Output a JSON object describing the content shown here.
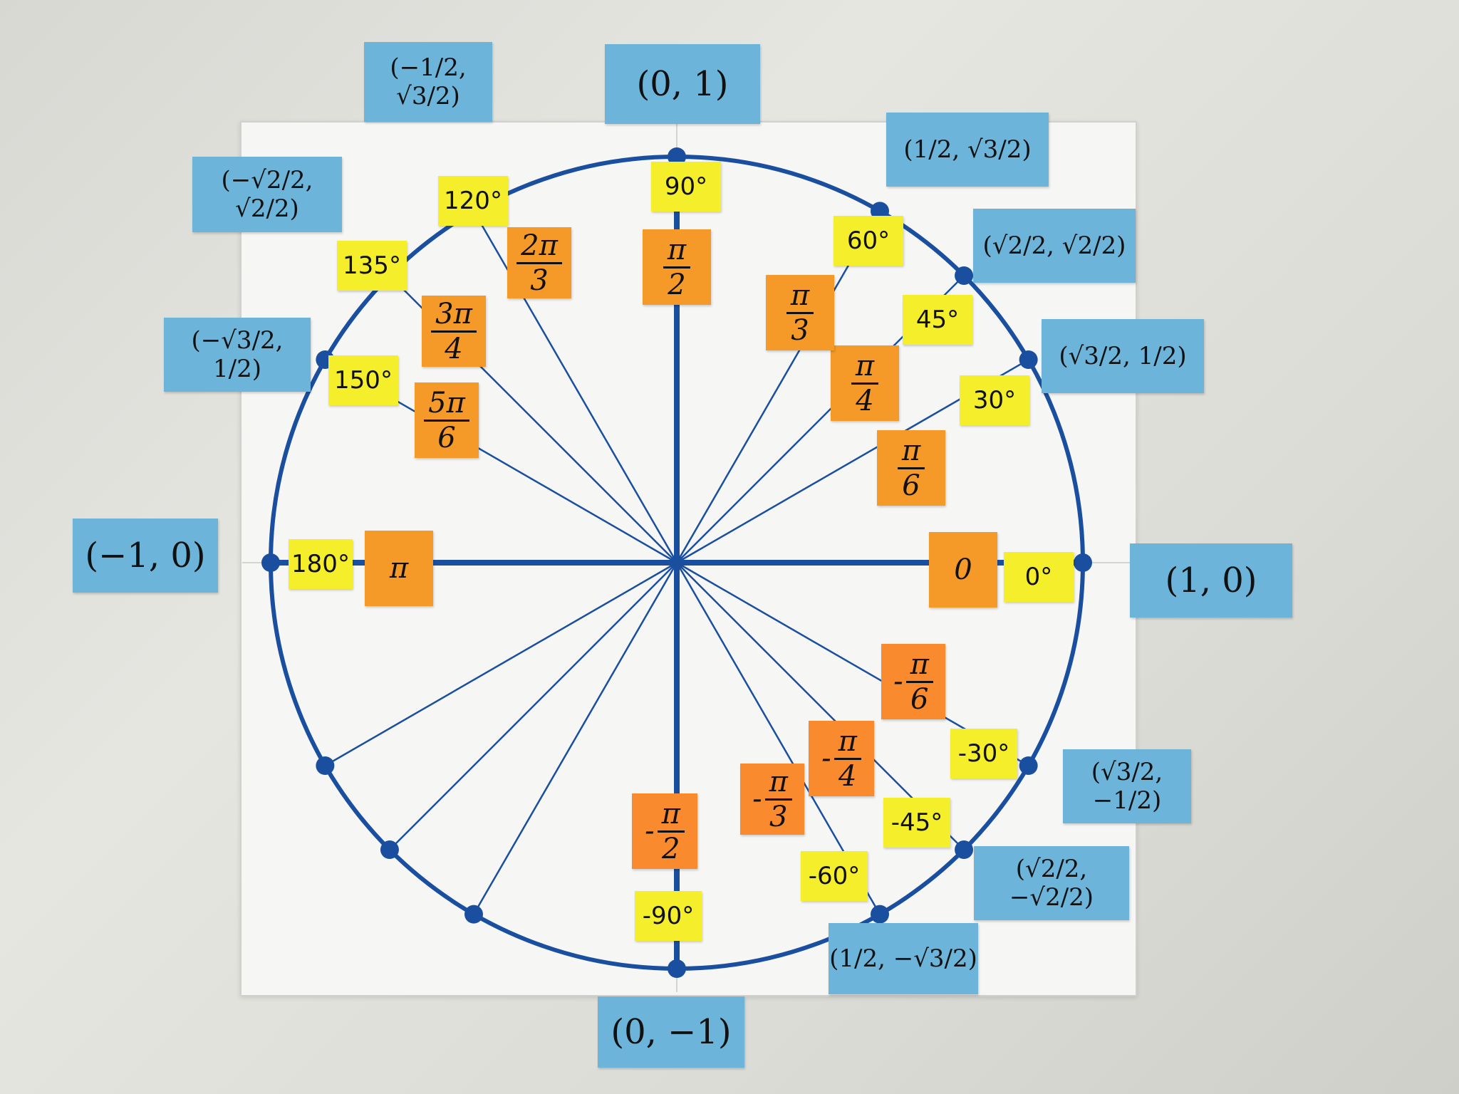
{
  "colors": {
    "circle": "#1a4fa0",
    "coord_card": "#6cb4d9",
    "degree_card": "#f4ef2a",
    "radian_card": "#f59a28"
  },
  "points": [
    {
      "deg": 0,
      "degree_label": "0°",
      "radian": {
        "sign": "",
        "num": "0",
        "den": ""
      },
      "coord": "(1, 0)"
    },
    {
      "deg": 30,
      "degree_label": "30°",
      "radian": {
        "sign": "",
        "num": "π",
        "den": "6"
      },
      "coord": "(√3/2, 1/2)"
    },
    {
      "deg": 45,
      "degree_label": "45°",
      "radian": {
        "sign": "",
        "num": "π",
        "den": "4"
      },
      "coord": "(√2/2, √2/2)"
    },
    {
      "deg": 60,
      "degree_label": "60°",
      "radian": {
        "sign": "",
        "num": "π",
        "den": "3"
      },
      "coord": "(1/2, √3/2)"
    },
    {
      "deg": 90,
      "degree_label": "90°",
      "radian": {
        "sign": "",
        "num": "π",
        "den": "2"
      },
      "coord": "(0, 1)"
    },
    {
      "deg": 120,
      "degree_label": "120°",
      "radian": {
        "sign": "",
        "num": "2π",
        "den": "3"
      },
      "coord": "(−1/2, √3/2)"
    },
    {
      "deg": 135,
      "degree_label": "135°",
      "radian": {
        "sign": "",
        "num": "3π",
        "den": "4"
      },
      "coord": "(−√2/2, √2/2)"
    },
    {
      "deg": 150,
      "degree_label": "150°",
      "radian": {
        "sign": "",
        "num": "5π",
        "den": "6"
      },
      "coord": "(−√3/2, 1/2)"
    },
    {
      "deg": 180,
      "degree_label": "180°",
      "radian": {
        "sign": "",
        "num": "π",
        "den": ""
      },
      "coord": "(−1, 0)"
    },
    {
      "deg": -30,
      "degree_label": "-30°",
      "radian": {
        "sign": "-",
        "num": "π",
        "den": "6"
      },
      "coord": "(√3/2, −1/2)"
    },
    {
      "deg": -45,
      "degree_label": "-45°",
      "radian": {
        "sign": "-",
        "num": "π",
        "den": "4"
      },
      "coord": "(√2/2, −√2/2)"
    },
    {
      "deg": -60,
      "degree_label": "-60°",
      "radian": {
        "sign": "-",
        "num": "π",
        "den": "3"
      },
      "coord": "(1/2, −√3/2)"
    },
    {
      "deg": -90,
      "degree_label": "-90°",
      "radian": {
        "sign": "-",
        "num": "π",
        "den": "2"
      },
      "coord": "(0, −1)"
    }
  ],
  "unlabeled_points_deg": [
    210,
    225,
    240
  ]
}
